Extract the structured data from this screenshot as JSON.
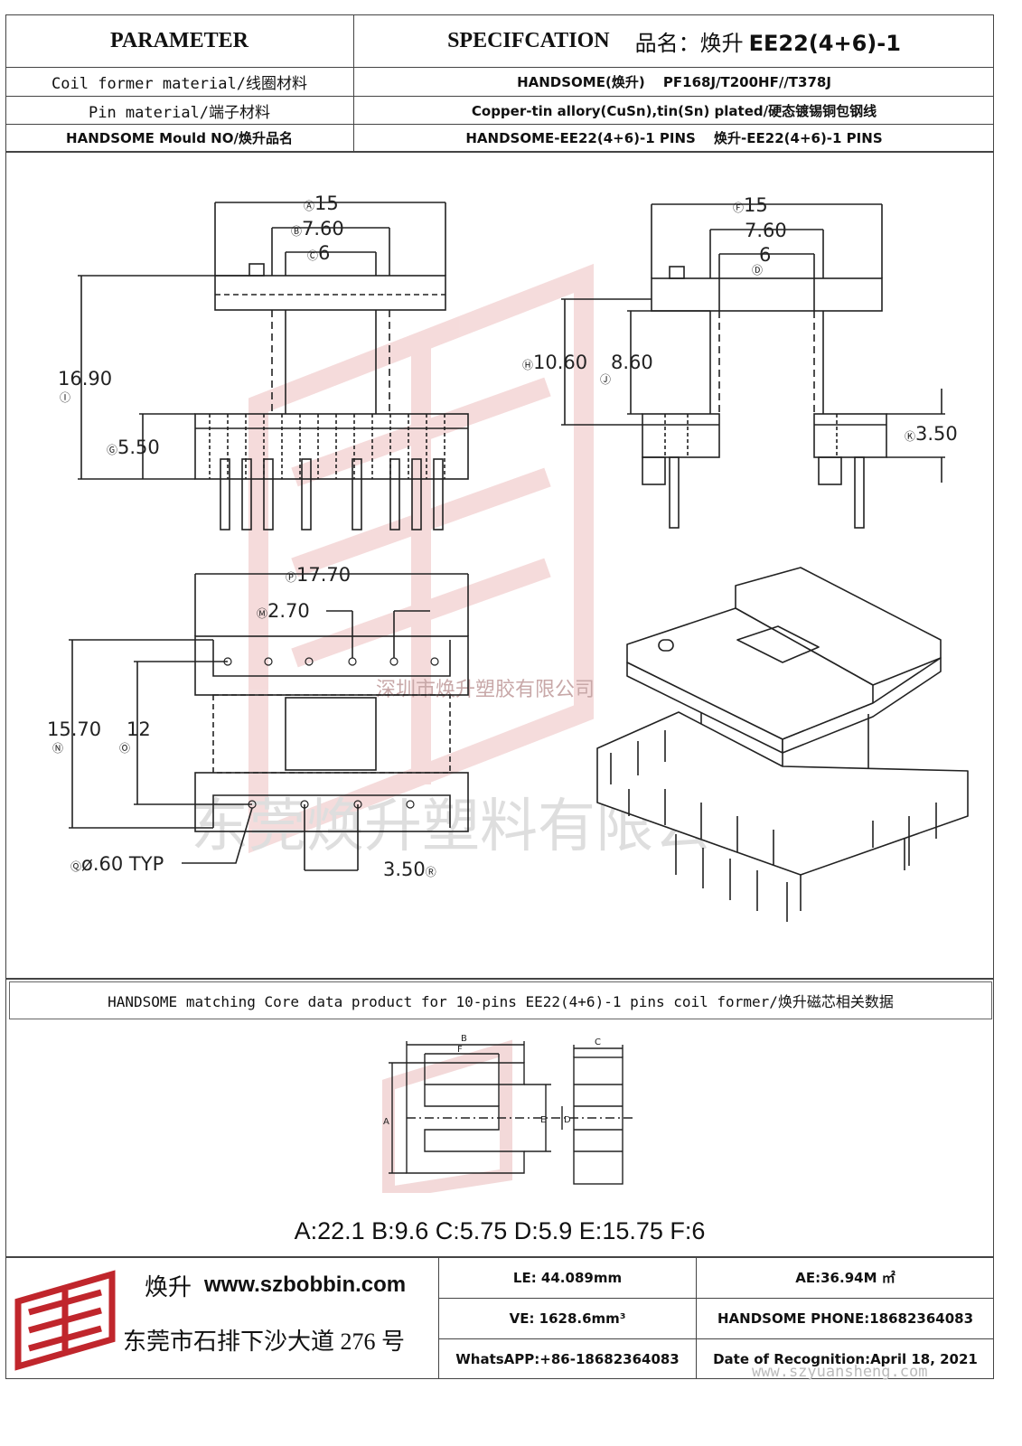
{
  "header": {
    "parameter_label": "PARAMETER",
    "spec_label": "SPECIFCATION",
    "product_name_prefix": "品名：焕升 ",
    "product_name_code": "EE22(4+6)-1"
  },
  "rows": [
    {
      "param": "Coil former material/线圈材料",
      "spec": "HANDSOME(焕升)　 PF168J/T200HF//T378J"
    },
    {
      "param": "Pin material/端子材料",
      "spec": "Copper-tin allory(CuSn),tin(Sn) plated/硬态镀锡铜包钢线"
    },
    {
      "param": "HANDSOME Mould NO/焕升品名",
      "spec": "HANDSOME-EE22(4+6)-1 PINS　 焕升-EE22(4+6)-1 PINS"
    }
  ],
  "drawing": {
    "front": {
      "a_label": "Ⓐ",
      "a": "15",
      "b_label": "Ⓑ",
      "b": "7.60",
      "c_label": "Ⓒ",
      "c": "6",
      "i": "16.90",
      "i_label": "Ⓘ",
      "g": "5.50",
      "g_label": "Ⓖ"
    },
    "side": {
      "f": "15",
      "f_label": "Ⓕ",
      "e": "7.60",
      "d": "6",
      "d_label": "Ⓓ",
      "h": "10.60",
      "h_label": "Ⓗ",
      "j": "8.60",
      "j_label": "Ⓙ",
      "k": "3.50",
      "k_label": "Ⓚ"
    },
    "top": {
      "p": "17.70",
      "p_label": "Ⓟ",
      "m": "2.70",
      "m_label": "Ⓜ",
      "n": "15.70",
      "n_label": "Ⓝ",
      "o": "12",
      "o_label": "Ⓞ",
      "pin_dia": "ø.60 TYP",
      "pin_dia_label": "Ⓠ",
      "pitch": "3.50",
      "pitch_label": "Ⓡ"
    },
    "watermark_small": "深圳市焕升塑胶有限公司",
    "watermark_large": "东莞焕升塑料有限公司"
  },
  "core": {
    "caption": "HANDSOME matching Core data  product for 10-pins EE22(4+6)-1 pins coil former/焕升磁芯相关数据",
    "dims_text": "A:22.1 B:9.6 C:5.75 D:5.9 E:15.75 F:6",
    "labels": {
      "a": "A",
      "b": "B",
      "c": "C",
      "d": "D",
      "e": "E",
      "f": "F"
    }
  },
  "footer": {
    "brand": "焕升",
    "website": "www.szbobbin.com",
    "address": "东莞市石排下沙大道 276 号",
    "le": "LE: 44.089mm",
    "ae": "AE:36.94M ㎡",
    "ve": "VE: 1628.6mm³",
    "phone": "HANDSOME PHONE:18682364083",
    "whatsapp": "WhatsAPP:+86-18682364083",
    "date": "Date of Recognition:April 18, 2021",
    "watermark_url": "www.szyuansheng.com"
  },
  "colors": {
    "border": "#444444",
    "line": "#222222",
    "watermark": "#e8b4b4",
    "logo": "#c0262c"
  }
}
